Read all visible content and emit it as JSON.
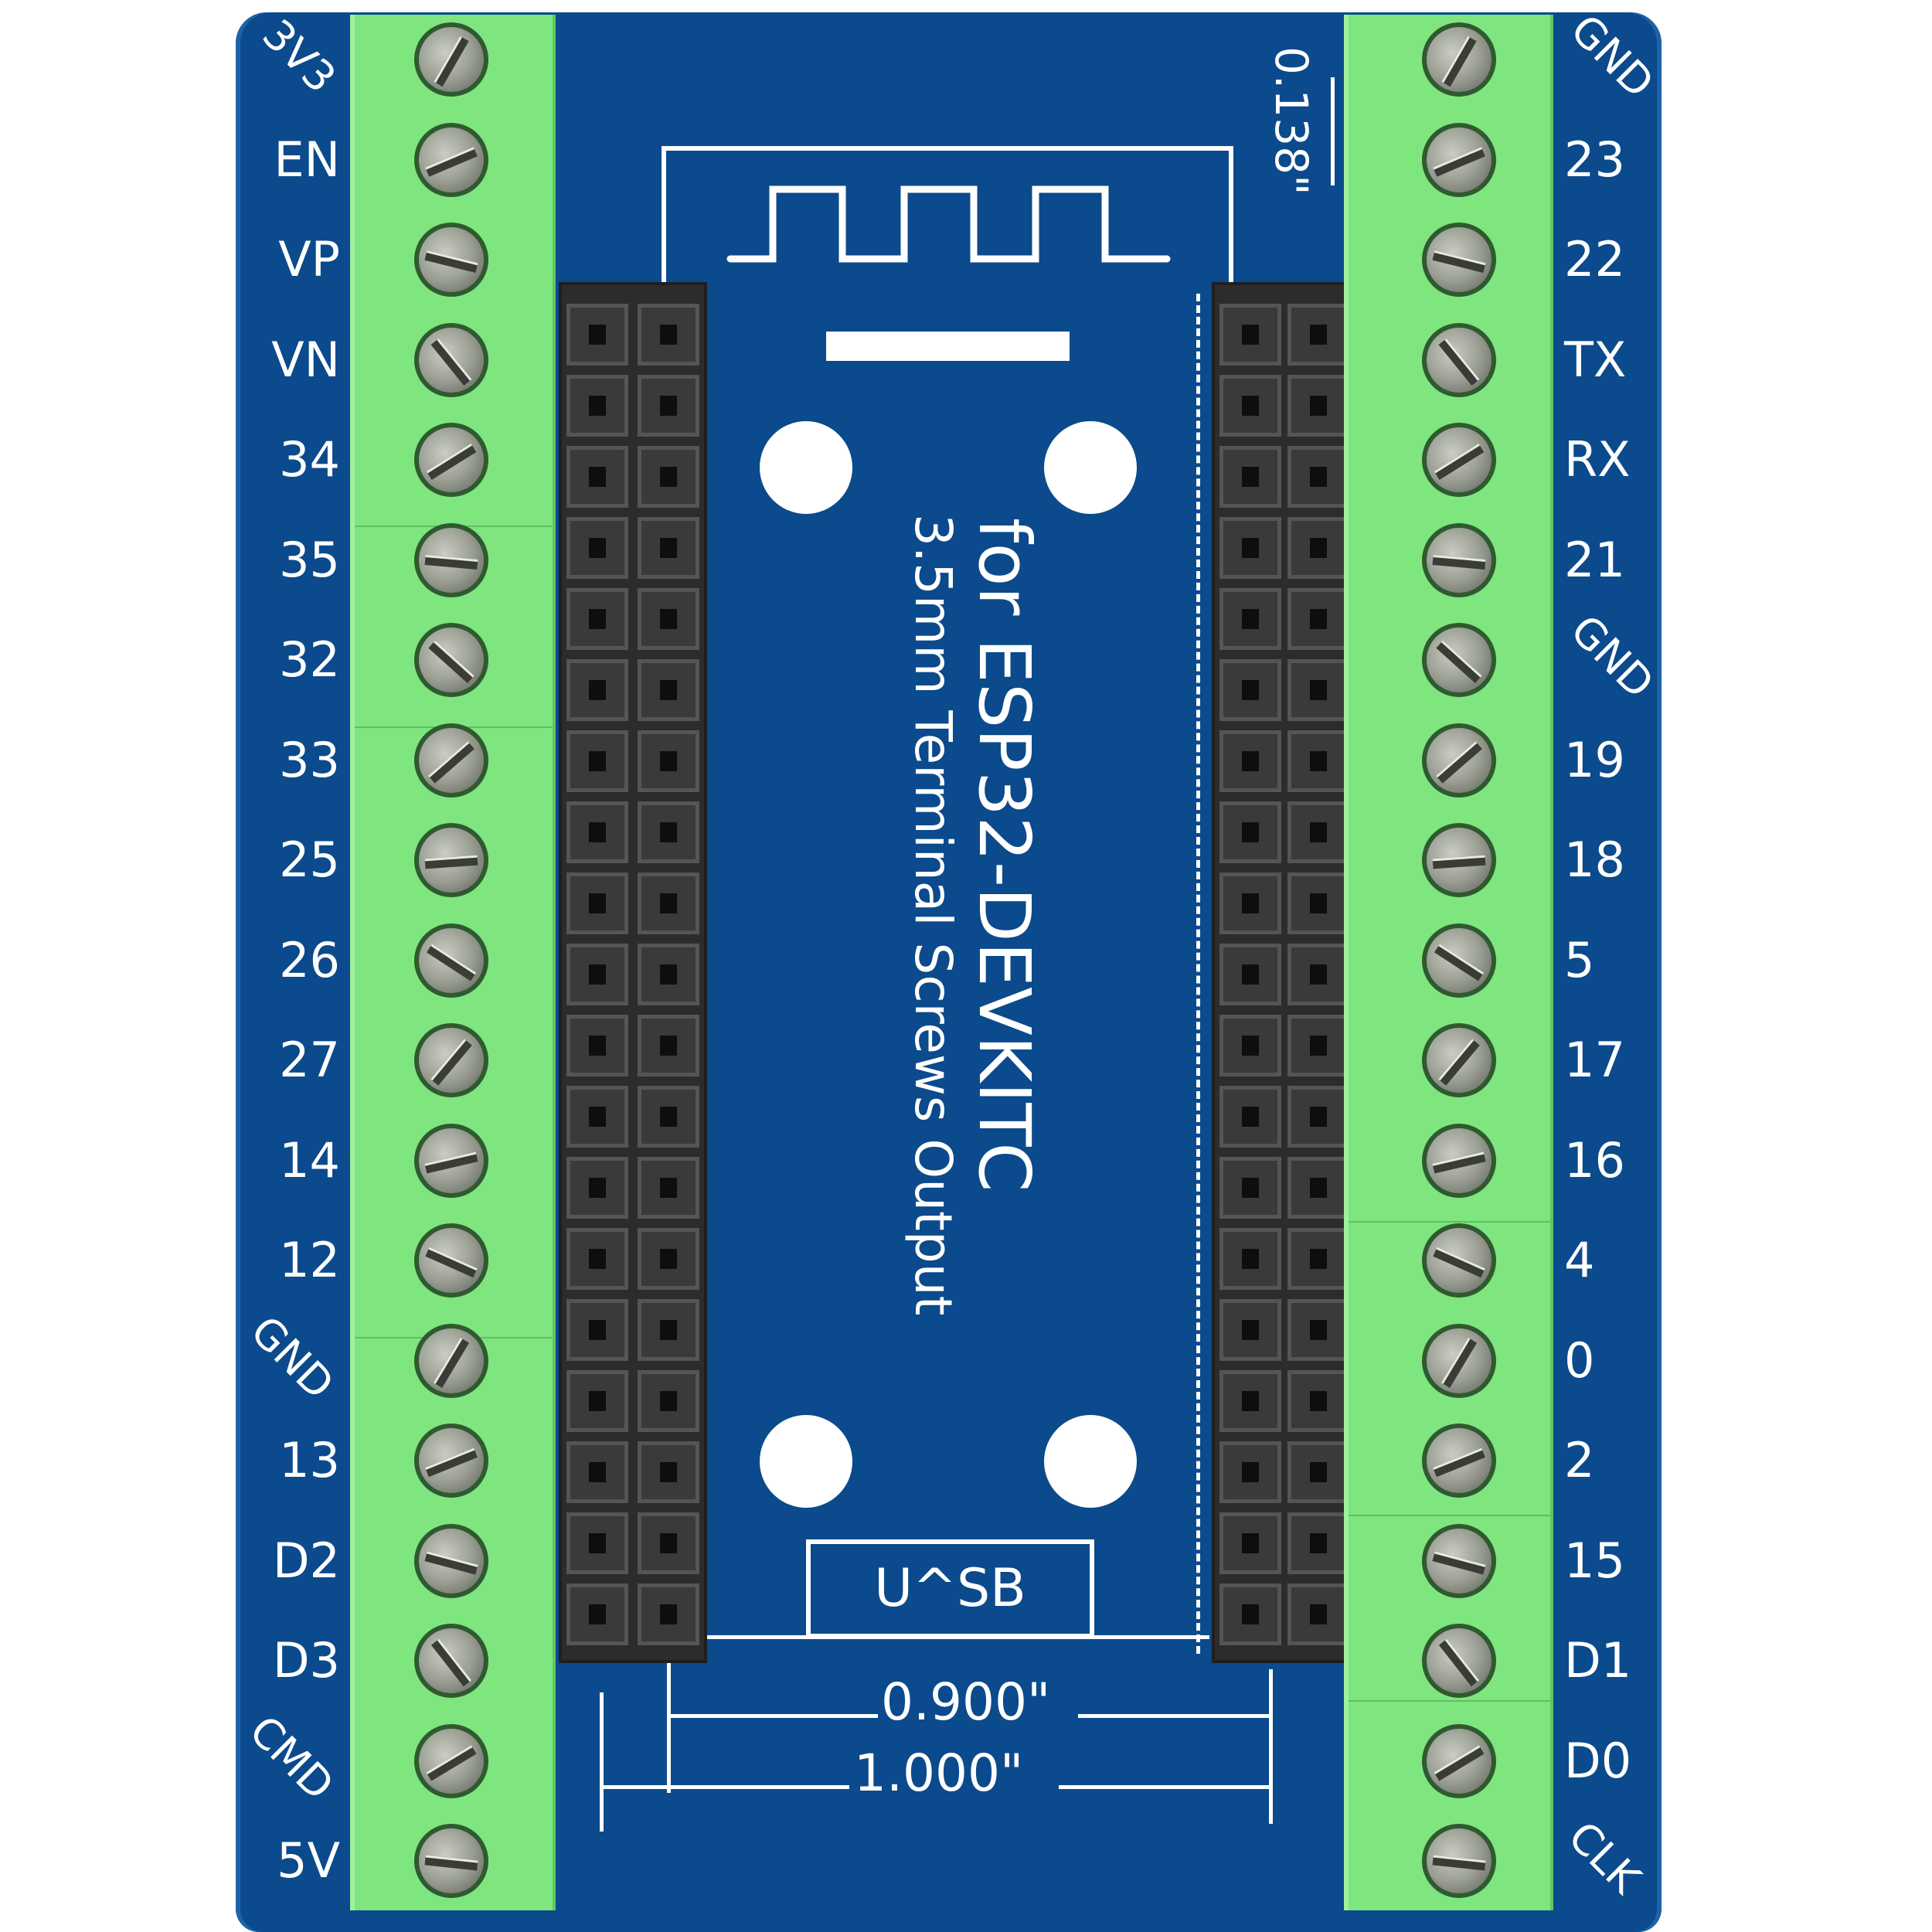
{
  "board": {
    "title_line1": "for ESP32-DEVKITC",
    "title_line2": "3.5mm Terminal Screws Output",
    "usb_label": "U^SB",
    "dim_inner": "0.900\"",
    "dim_outer": "1.000\"",
    "dim_pitch": "0.138\"",
    "colors": {
      "pcb": "#0b4a8c",
      "terminal": "#7fe57f",
      "header": "#2c2c2c",
      "silkscreen": "#ffffff"
    }
  },
  "left_pins": [
    "3V3",
    "EN",
    "VP",
    "VN",
    "34",
    "35",
    "32",
    "33",
    "25",
    "26",
    "27",
    "14",
    "12",
    "GND",
    "13",
    "D2",
    "D3",
    "CMD",
    "5V"
  ],
  "right_pins": [
    "GND",
    "23",
    "22",
    "TX",
    "RX",
    "21",
    "GND",
    "19",
    "18",
    "5",
    "17",
    "16",
    "4",
    "0",
    "2",
    "15",
    "D1",
    "D0",
    "CLK"
  ]
}
